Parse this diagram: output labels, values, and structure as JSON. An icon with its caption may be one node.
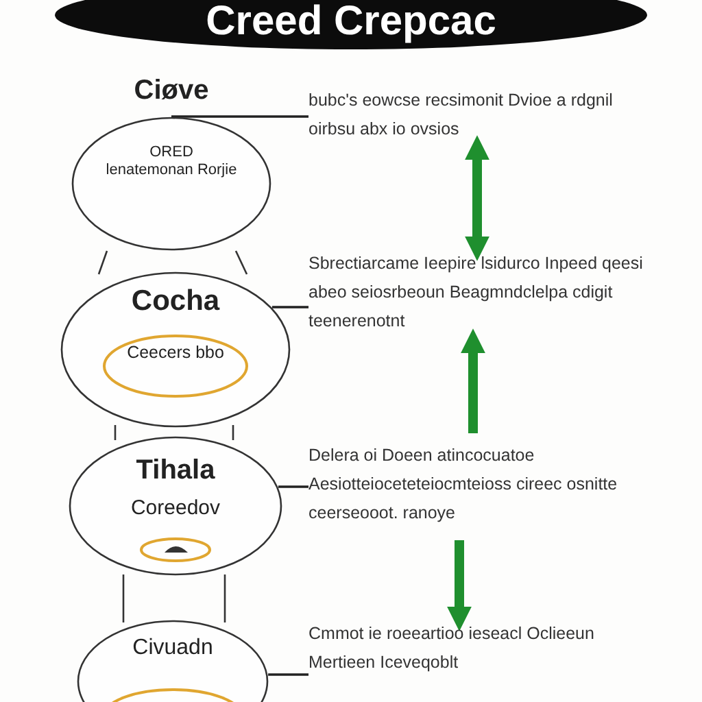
{
  "diagram": {
    "title": "Creed Crepcac",
    "nodes": [
      {
        "text": [
          "Ciøve",
          "ORED lenatemonan Rorjie"
        ]
      },
      {
        "text": [
          "Cocha"
        ]
      },
      {
        "text": [
          "Ceecers bbo"
        ],
        "in": 1
      },
      {
        "text": [
          "Tihala",
          "Coreedov"
        ]
      },
      {
        "text": [],
        "shape": "ellipse",
        "in": 3
      },
      {
        "text": [
          "Civuadn"
        ]
      },
      {
        "text": [],
        "shape": "ellipse",
        "in": 5
      },
      {
        "text": [
          "bubc's eowcse recsimonit Dvioe a rdgnil oirbsu abx io ovsios"
        ]
      },
      {
        "text": [
          "Sbrectiarcame Ieepire lsidurco Inpeed qeesi abeo seiosrbeoun Beagmndclelpa cdigit teenerenotnt"
        ]
      },
      {
        "text": [
          "Delera oi Doeen atincocuatoe Aesiotteioceteteiocmteioss cireec osnitte ceerseooot. ranoye"
        ]
      },
      {
        "text": [
          "Cmmot ie roeeartioo ieseacl Oclieeun Mertieen Iceveqoblt"
        ]
      }
    ],
    "edges": [
      {
        "from": 0,
        "to": 7,
        "arrow": "none"
      },
      {
        "from": 1,
        "to": 8,
        "arrow": "none"
      },
      {
        "from": 3,
        "to": 9,
        "arrow": "none"
      },
      {
        "from": 5,
        "to": 10,
        "arrow": "none"
      },
      {
        "from": 7,
        "to": 8,
        "arrow": "both",
        "style": "thick",
        "color": "#1f8f2e"
      },
      {
        "from": 9,
        "to": 8,
        "arrow": "to",
        "style": "thick",
        "color": "#1f8f2e"
      },
      {
        "from": 9,
        "to": 10,
        "arrow": "to",
        "style": "thick",
        "color": "#1f8f2e"
      }
    ]
  }
}
